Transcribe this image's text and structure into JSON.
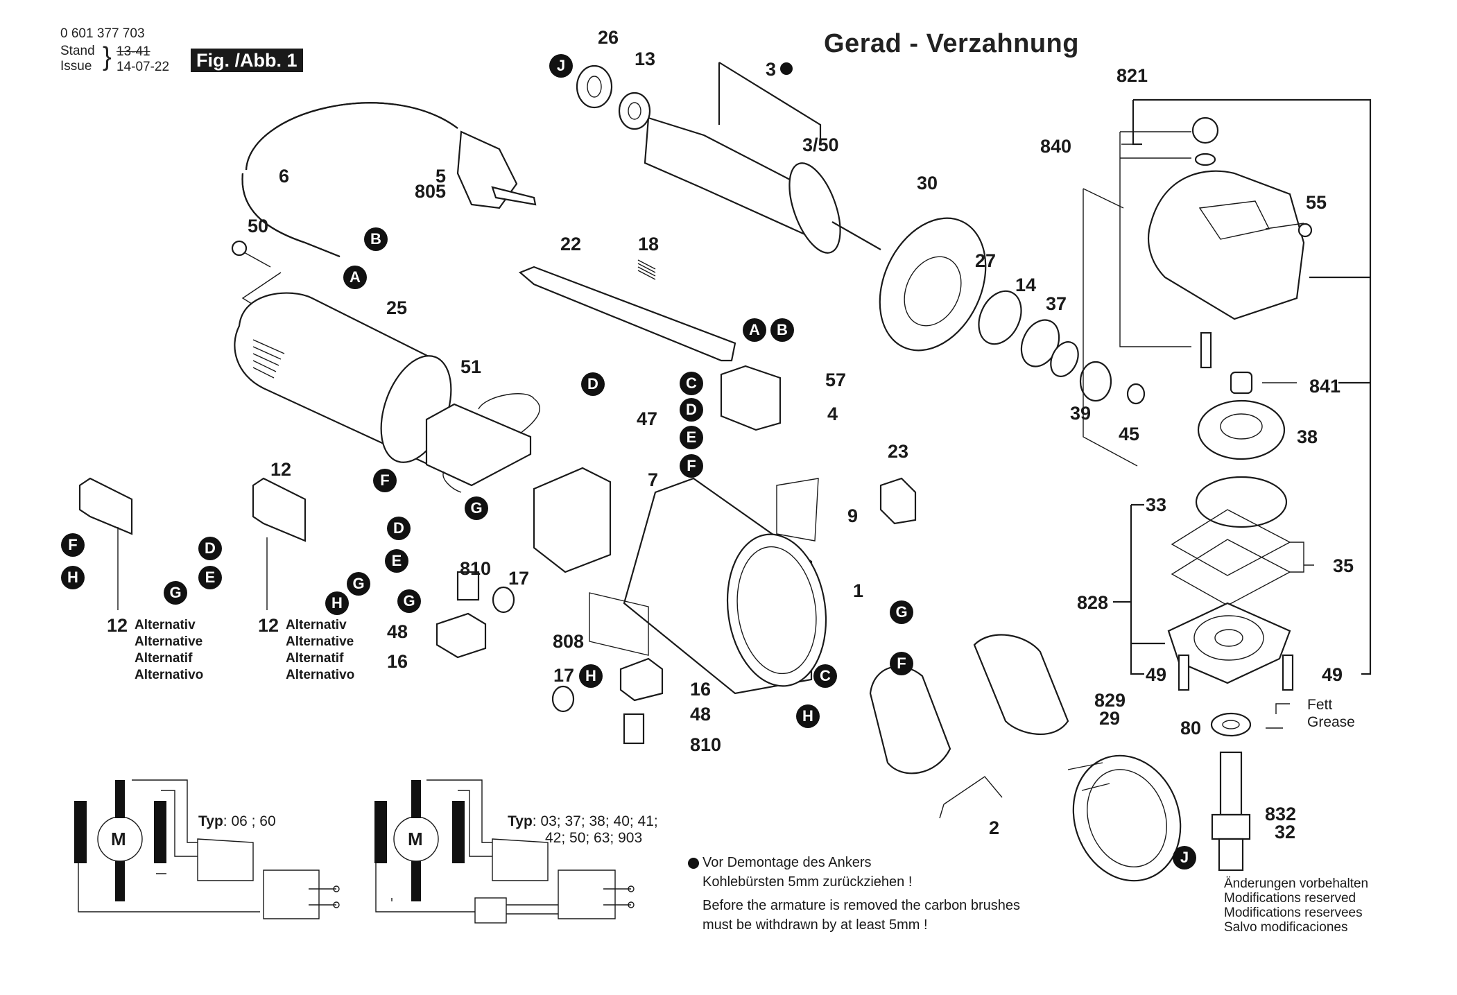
{
  "header": {
    "part_number": "0 601 377 703",
    "stand_label": "Stand",
    "issue_label": "Issue",
    "old_date_struck": "13-41",
    "issue_date": "14-07-22",
    "figure_label": "Fig. /Abb. 1"
  },
  "title": "Gerad - Verzahnung",
  "part_labels": {
    "p0": "26",
    "p1": "13",
    "p2": "3",
    "p3": "3/50",
    "p4": "5",
    "p5": "805",
    "p6": "6",
    "p7": "50",
    "p8": "25",
    "p9": "22",
    "p10": "18",
    "p11": "30",
    "p12": "27",
    "p13": "14",
    "p14": "37",
    "p15": "39",
    "p16": "45",
    "p17": "51",
    "p18": "57",
    "p19": "4",
    "p20": "47",
    "p21": "7",
    "p22": "23",
    "p23": "9",
    "p24": "1",
    "p25": "12",
    "p26": "810",
    "p27": "17",
    "p28": "48",
    "p29": "16",
    "p30": "808",
    "p31": "17",
    "p32": "16",
    "p33": "48",
    "p34": "810",
    "p35": "2",
    "p36": "829",
    "p37": "29",
    "p38": "821",
    "p39": "840",
    "p40": "55",
    "p41": "841",
    "p42": "38",
    "p43": "33",
    "p44": "35",
    "p45": "828",
    "p46": "49",
    "p47": "49",
    "p48": "80",
    "p49": "832",
    "p50": "32",
    "p51": "12",
    "p52": "12"
  },
  "connector_badges": {
    "b0": "J",
    "b1": "B",
    "b2": "A",
    "b3": "A",
    "b4": "B",
    "b5": "C",
    "b6": "D",
    "b7": "E",
    "b8": "F",
    "b9": "D",
    "b10": "F",
    "b11": "G",
    "b12": "D",
    "b13": "E",
    "b14": "G",
    "b15": "H",
    "b16": "F",
    "b17": "H",
    "b18": "D",
    "b19": "E",
    "b20": "G",
    "b21": "G",
    "b22": "H",
    "b23": "G",
    "b24": "F",
    "b25": "C",
    "b26": "H",
    "b27": "J"
  },
  "alternatives": {
    "left": [
      "Alternativ",
      "Alternative",
      "Alternatif",
      "Alternativo"
    ],
    "right": [
      "Alternativ",
      "Alternative",
      "Alternatif",
      "Alternativo"
    ]
  },
  "grease": {
    "de": "Fett",
    "en": "Grease"
  },
  "wiring": {
    "motor_symbol": "M",
    "left_typ_label": "Typ",
    "left_typ_values": ": 06 ; 60",
    "right_typ_label": "Typ",
    "right_typ_values_line1": ": 03; 37; 38; 40; 41;",
    "right_typ_values_line2": "42; 50; 63; 903"
  },
  "notes": {
    "de_line1": "Vor Demontage des Ankers",
    "de_line2": "Kohlebürsten 5mm zurückziehen !",
    "en_line1": "Before the armature is removed the carbon brushes",
    "en_line2": "must be withdrawn by at least 5mm !"
  },
  "modifications": [
    "Änderungen vorbehalten",
    "Modifications reserved",
    "Modifications reservees",
    "Salvo modificaciones"
  ]
}
